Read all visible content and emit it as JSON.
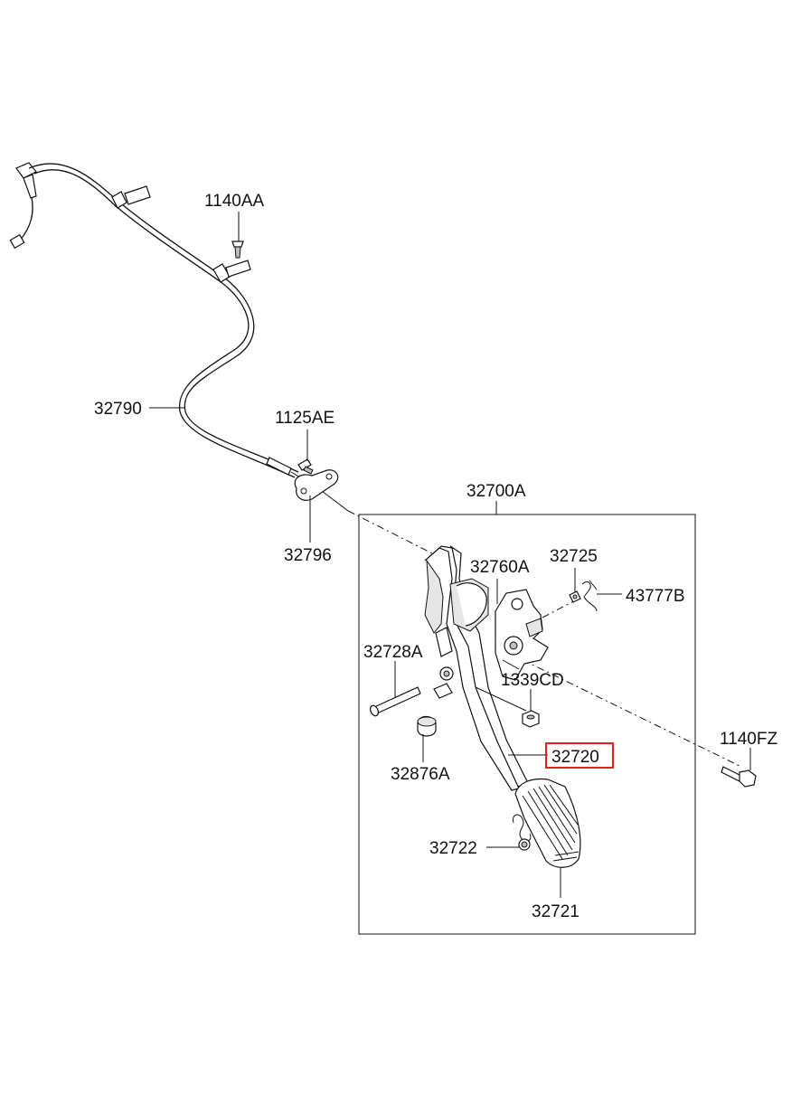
{
  "labels": {
    "l_1140AA": "1140AA",
    "l_32790": "32790",
    "l_1125AE": "1125AE",
    "l_32796": "32796",
    "l_32700A": "32700A",
    "l_32760A": "32760A",
    "l_32725": "32725",
    "l_43777B": "43777B",
    "l_32728A": "32728A",
    "l_1339CD": "1339CD",
    "l_1140FZ": "1140FZ",
    "l_32720": "32720",
    "l_32876A": "32876A",
    "l_32722": "32722",
    "l_32721": "32721"
  },
  "highlight": {
    "part": "32720",
    "color": "#e8201c"
  }
}
